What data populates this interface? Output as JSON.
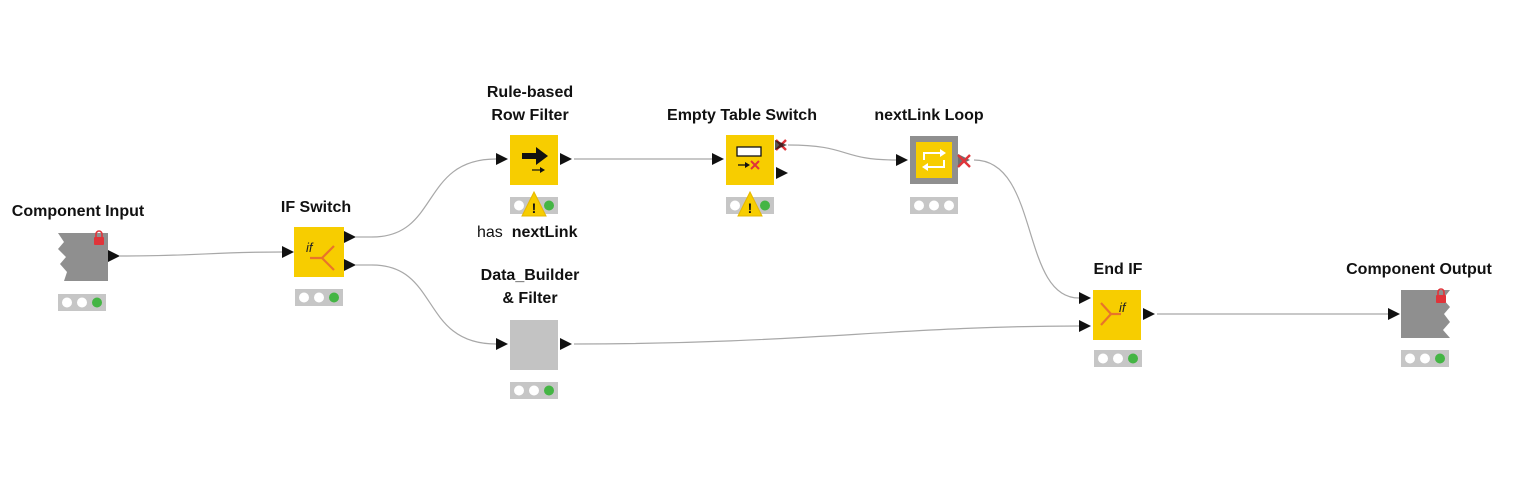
{
  "nodes": {
    "component_input": {
      "label": "Component Input",
      "icon": "component-input-icon",
      "state": "executed"
    },
    "if_switch": {
      "label": "IF Switch",
      "icon": "if-switch-icon",
      "state": "executed"
    },
    "rule_filter": {
      "label_line1": "Rule-based",
      "label_line2": "Row Filter",
      "icon": "rule-filter-icon",
      "state": "warning"
    },
    "empty_table_switch": {
      "label": "Empty Table Switch",
      "icon": "empty-table-switch-icon",
      "state": "warning"
    },
    "nextlink_loop": {
      "label": "nextLink Loop",
      "icon": "loop-icon",
      "state": "idle"
    },
    "data_builder": {
      "label_line1": "Data_Builder",
      "label_line2": "& Filter",
      "icon": "metanode-icon",
      "state": "executed"
    },
    "end_if": {
      "label": "End IF",
      "icon": "end-if-icon",
      "state": "executed"
    },
    "component_output": {
      "label": "Component Output",
      "icon": "component-output-icon",
      "state": "executed"
    }
  },
  "annotation": {
    "word1": "has",
    "word2": "nextLink"
  },
  "colors": {
    "node_yellow": "#f7cd00",
    "node_gray": "#8f8f8f",
    "metanode_gray": "#c3c3c3",
    "port_black": "#111111",
    "status_green": "#44b544",
    "status_bg": "#c6c6c6",
    "connection": "#a8a8a8",
    "inactive_red": "#e0343a"
  }
}
